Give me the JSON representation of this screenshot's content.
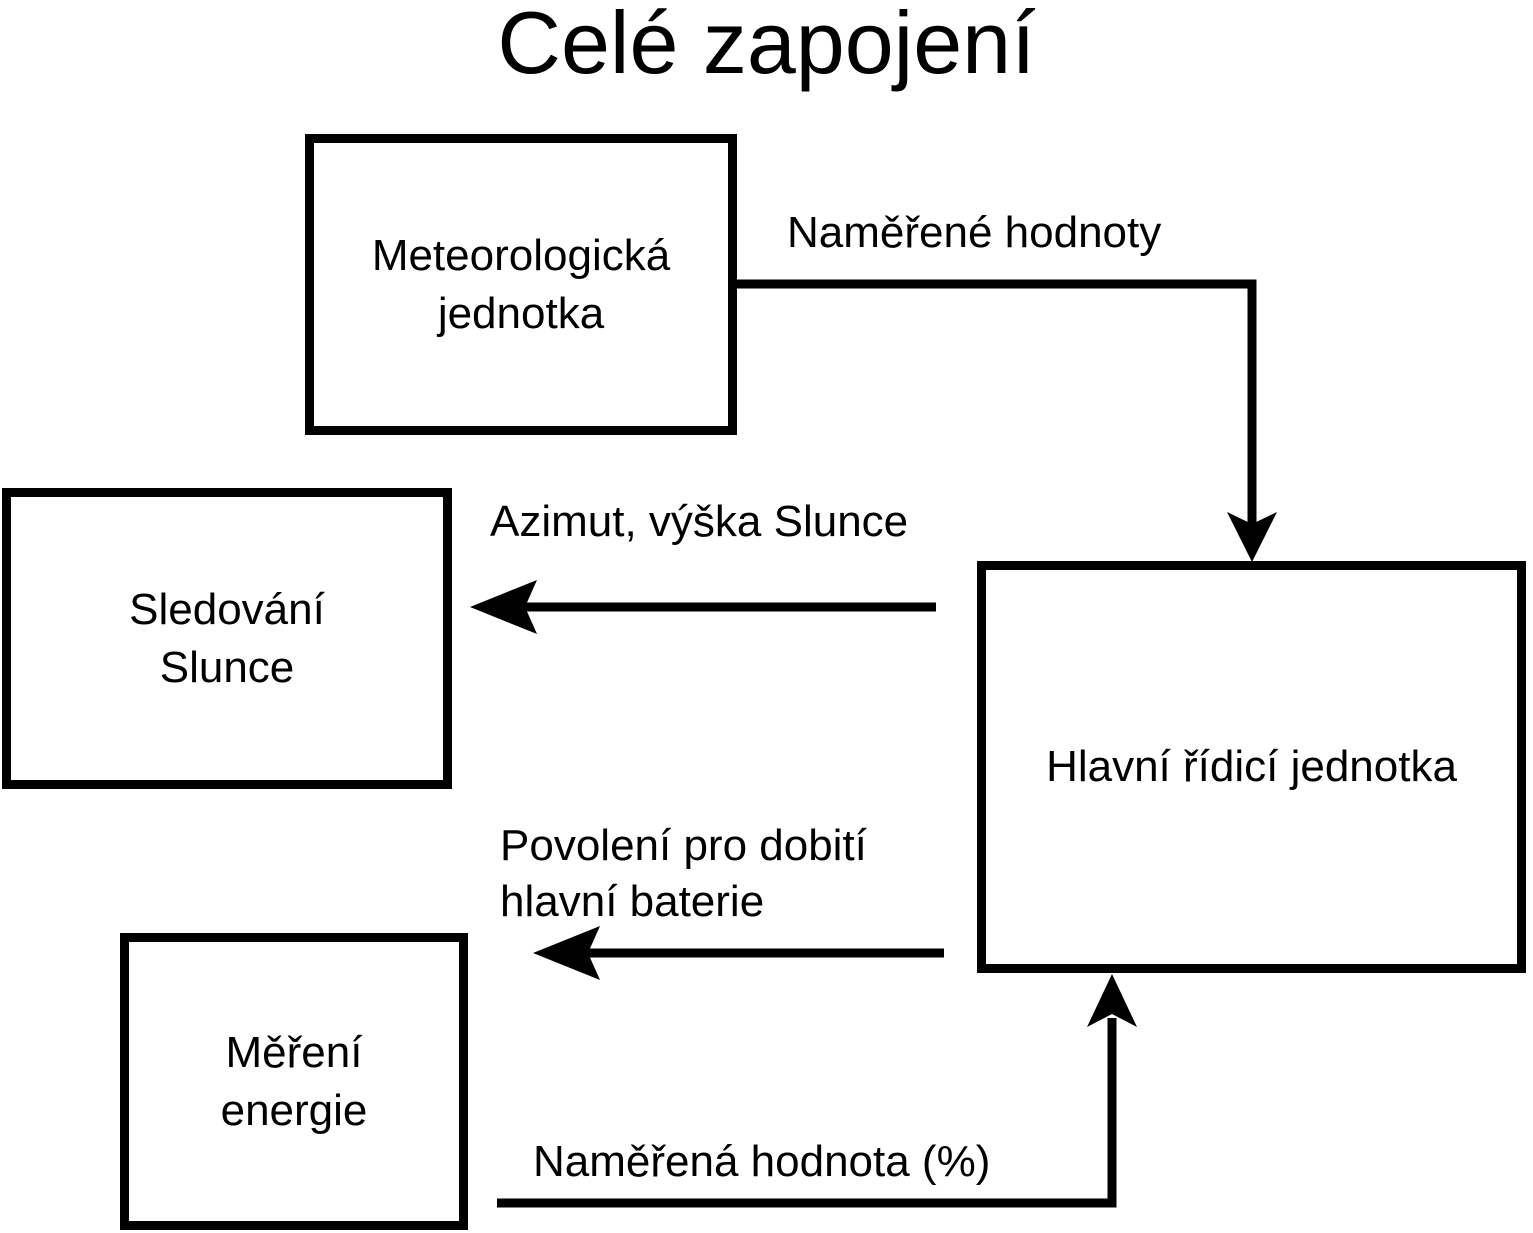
{
  "title": "Celé zapojení",
  "colors": {
    "ink": "#000000",
    "background": "#ffffff"
  },
  "nodes": {
    "meteo": {
      "label": "Meteorologická\njednotka"
    },
    "sun_tracking": {
      "label": "Sledování\nSlunce"
    },
    "energy": {
      "label": "Měření\nenergie"
    },
    "main": {
      "label": "Hlavní řídicí jednotka"
    }
  },
  "edges": {
    "measured_values": {
      "label": "Naměřené hodnoty",
      "from": "meteo",
      "to": "main"
    },
    "sun_position": {
      "label": "Azimut, výška Slunce",
      "from": "main",
      "to": "sun_tracking"
    },
    "charge_permission": {
      "label": "Povolení pro dobití\nhlavní baterie",
      "from": "main",
      "to": "energy"
    },
    "measured_percentage": {
      "label": "Naměřená hodnota (%)",
      "from": "energy",
      "to": "main"
    }
  }
}
